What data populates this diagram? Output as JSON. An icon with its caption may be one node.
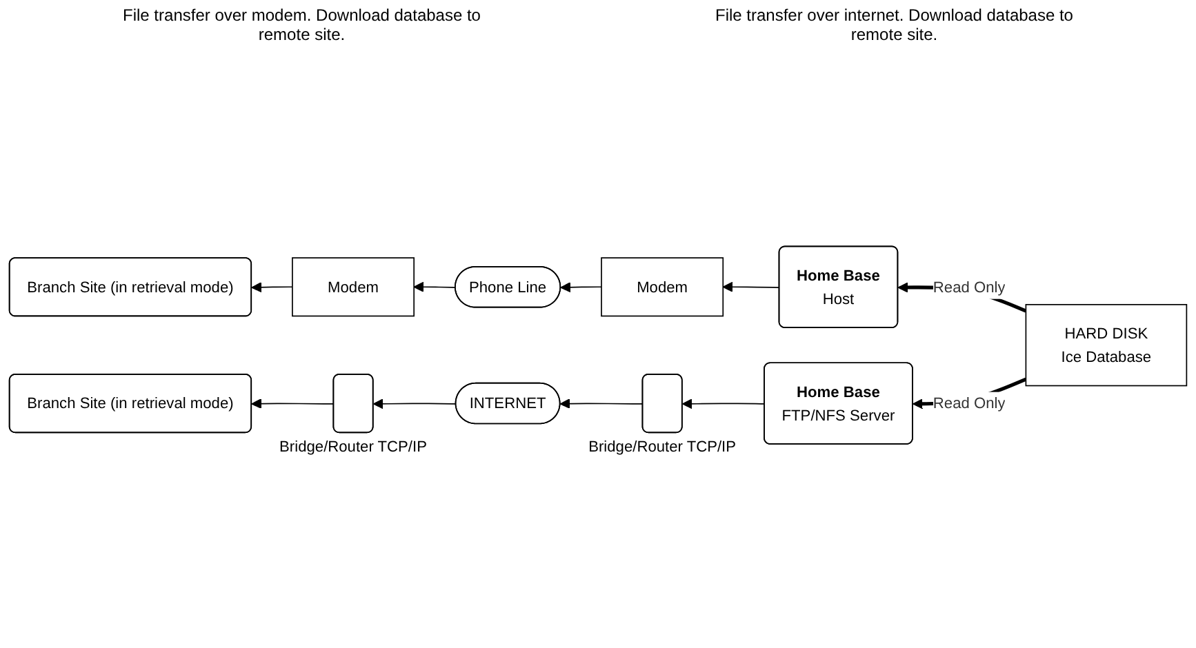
{
  "diagram": {
    "nodes": [
      {
        "text": [
          "Branch Site (in retrieval mode)"
        ]
      },
      {
        "text": [
          "Modem"
        ]
      },
      {
        "text": [
          "Phone Line"
        ]
      },
      {
        "text": [
          "Modem"
        ]
      },
      {
        "text": [
          "Home Base",
          "Host"
        ]
      },
      {
        "text": [
          "HARD DISK",
          "Ice Database"
        ]
      },
      {
        "text": [
          "Branch Site (in retrieval mode)"
        ]
      },
      {
        "text": [],
        "shape": "box",
        "beside": [
          "Bridge/Router TCP/IP"
        ]
      },
      {
        "text": [
          "INTERNET"
        ]
      },
      {
        "text": [],
        "shape": "box",
        "beside": [
          "Bridge/Router TCP/IP"
        ]
      },
      {
        "text": [
          "Home Base",
          "FTP/NFS Server"
        ]
      }
    ],
    "edges": [
      {
        "from": 1,
        "to": 0,
        "arrow": "to"
      },
      {
        "from": 2,
        "to": 1,
        "arrow": "to"
      },
      {
        "from": 3,
        "to": 2,
        "arrow": "to"
      },
      {
        "from": 4,
        "to": 3,
        "arrow": "to"
      },
      {
        "from": 5,
        "to": 4,
        "arrow": "to",
        "label": "Read Only",
        "style": "thick"
      },
      {
        "from": 5,
        "to": 10,
        "arrow": "to",
        "label": "Read Only",
        "style": "thick"
      },
      {
        "from": 10,
        "to": 9,
        "arrow": "to"
      },
      {
        "from": 9,
        "to": 8,
        "arrow": "to"
      },
      {
        "from": 8,
        "to": 7,
        "arrow": "to"
      },
      {
        "from": 7,
        "to": 6,
        "arrow": "to"
      }
    ],
    "labels": [
      "File transfer over modem. Download database to remote site.",
      "File transfer over internet. Download database to remote site."
    ]
  }
}
